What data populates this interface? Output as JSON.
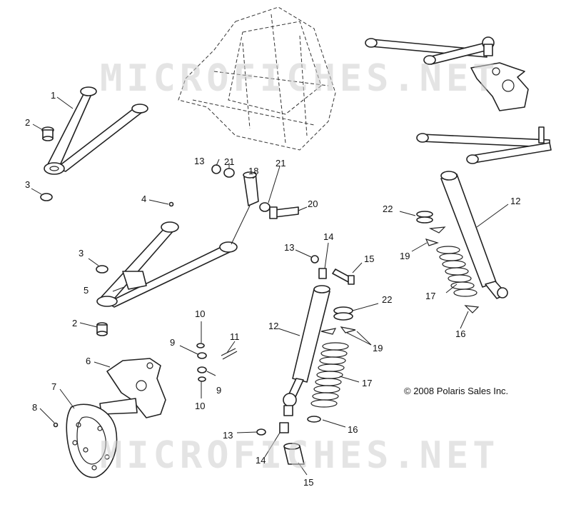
{
  "watermark": {
    "top": "MICROFICHES.NET",
    "bottom": "MICROFICHES.NET"
  },
  "copyright": "© 2008 Polaris Sales Inc.",
  "callouts": {
    "c1": "1",
    "c2a": "2",
    "c3a": "3",
    "c4": "4",
    "c3b": "3",
    "c5": "5",
    "c2b": "2",
    "c6": "6",
    "c7": "7",
    "c8": "8",
    "c13a": "13",
    "c21a": "21",
    "c18": "18",
    "c21b": "21",
    "c20": "20",
    "c14a": "14",
    "c13b": "13",
    "c15a": "15",
    "c10a": "10",
    "c11": "11",
    "c9a": "9",
    "c9b": "9",
    "c10b": "10",
    "c12a": "12",
    "c22a": "22",
    "c19a": "19",
    "c17a": "17",
    "c16a": "16",
    "c13c": "13",
    "c14b": "14",
    "c15b": "15",
    "c22b": "22",
    "c12b": "12",
    "c19b": "19",
    "c17b": "17",
    "c16b": "16"
  }
}
